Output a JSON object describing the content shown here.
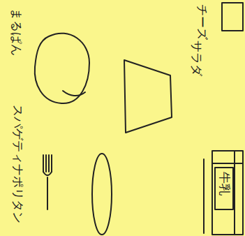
{
  "diagram": {
    "labels": [
      "チーズ",
      "サラダ",
      "牛乳",
      "まるぱん",
      "スパゲティナポリタン"
    ]
  }
}
